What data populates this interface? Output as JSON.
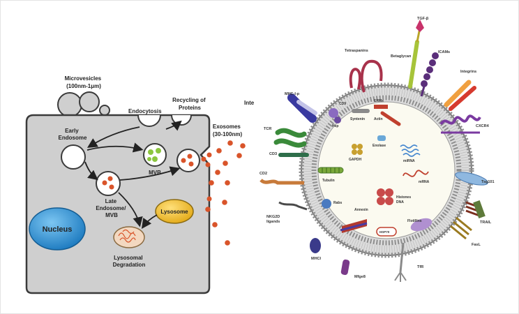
{
  "left_panel": {
    "microvesicles": [
      "Microvesicles",
      "(100nm-1μm)"
    ],
    "endocytosis": "Endocytosis",
    "recycling": [
      "Recycling of",
      "Proteins"
    ],
    "exosomes": [
      "Exosomes",
      "(30-100nm)"
    ],
    "int": "Inte",
    "early_endosome": [
      "Early",
      "Endosome"
    ],
    "mvb": "MVB",
    "late_endosome": [
      "Late",
      "Endosome/",
      "MVB"
    ],
    "lysosome": "Lysosome",
    "nucleus": "Nucleus",
    "lysosomal_degradation": [
      "Lysosomal",
      "Degradation"
    ]
  },
  "right_panel": {
    "outer_labels": {
      "tgfb": "TGF-β",
      "tetraspanins": "Tetraspanins",
      "betaglycan": "Betaglycan",
      "icams": "ICAMs",
      "integrins": "Integrins",
      "mhc_ii": "MHC-I-p",
      "cxcr4": "CXCR4",
      "tcr": "TCR",
      "cd3": "CD3",
      "tsg101": "Tsg101",
      "cd2": "CD2",
      "trail": "TRAIL",
      "nkg2d": [
        "NKG2D",
        "ligands"
      ],
      "fasl": "FasL",
      "mhci": "MHCI",
      "tfr": "TfR",
      "mfge8": "Mfge8"
    },
    "inner_labels": {
      "hsp": "Hsp",
      "syntenin": "Syntenin",
      "actin": "Actin",
      "erm": "ERMs",
      "cd9": "CD9",
      "enolase": "Enolase",
      "gapdh": "GAPDH",
      "mirna": "miRNA",
      "mrna": "mRNA",
      "tubulin": "Tubulin",
      "rabs": "Rabs",
      "histones": [
        "Histones",
        "DNA"
      ],
      "annexins": "Annexin",
      "flotillins": "Flotillins",
      "hsp70": "HSP70"
    }
  },
  "colors": {
    "cell_fill": "#cfcfcf",
    "cell_stroke": "#3a3a3a",
    "nucleus": "#2a8fd0",
    "lysosome": "#f0c030",
    "exosome_dot": "#d9542a",
    "mvb_dot": "#8cc63f",
    "lipid_head": "#8e8e8e",
    "lumen": "#fbfaf0"
  }
}
